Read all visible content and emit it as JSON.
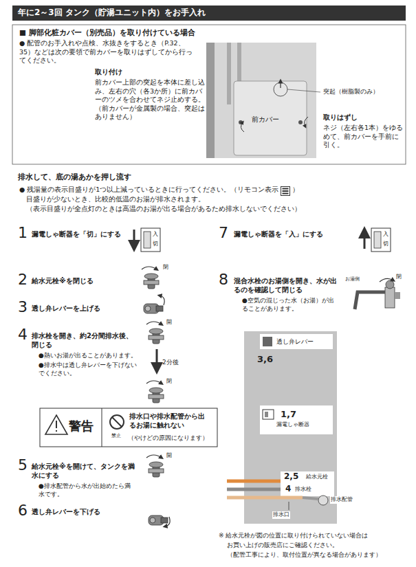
{
  "diagram": {
    "title": "年に2～3回 タンク（貯湯ユニット内）をお手入れ",
    "nodes": [
      {
        "text": [
          "■ 脚部化粧カバー（別売品）を取り付けている場合",
          "● 配管のお手入れや点検、水抜きをするとき（P.32、35）などは次の要領で前カバーを取りはずしてから行ってください。",
          "取り付け",
          "前カバー上部の突起を本体に差し込み、左右の穴（各3か所）に前カバーのツメを合わせてネジ止めする。（前カバーが金属製の場合、突起はありません）",
          "取りはずし",
          "ネジ（左右各1本）をゆるめて、前カバーを手前に引く。"
        ]
      },
      {
        "text": [
          "警告",
          "排水口や排水配管から出るお湯に触れない",
          "禁止",
          "（やけどの原因になります）"
        ]
      }
    ],
    "labels": [
      "突起（樹脂製のみ）",
      "前カバー",
      "排水して、底の湯あかを押し流す",
      "● 残湯量の表示目盛りが1つ以上減っているときに行ってください。（リモコン表示",
      "）",
      "目盛りが少ないとき、比較的低温のお湯が排水されます。",
      "（表示目盛りが全点灯のときは高温のお湯が出る場合があるため排水しないでください）",
      "1",
      "漏電しゃ断器を「切」にする",
      "入",
      "切",
      "2",
      "給水元栓※を閉じる",
      "閉",
      "3",
      "透し弁レバーを上げる",
      "4",
      "排水栓を開き、約2分間排水後、閉じる",
      "●熱いお湯が出ることがあります。",
      "●排水中は透し弁レバーを下げないでください。",
      "開",
      "2分後",
      "閉",
      "5",
      "給水元栓※を開けて、タンクを満水にする",
      "●排水配管から水が出始めたら満水です。",
      "開",
      "6",
      "透し弁レバーを下げる",
      "7",
      "漏電しゃ断器を「入」にする",
      "入",
      "切",
      "8",
      "混合水栓のお湯側を開き、水が出るのを確認して閉じる",
      "●空気の混じった水（お湯）が出ることがあります。",
      "お湯側",
      "閉",
      "透し弁レバー",
      "3,6",
      "1,7",
      "漏電しゃ断器",
      "2,5",
      "給水元栓",
      "4",
      "排水栓",
      "排水配管",
      "排水口",
      "※ 給水元栓が図の位置に取り付けられていない場合は",
      "お買い上げの販売店にご確認ください。",
      "（配管工事により、取付位置が異なる場合があります）"
    ]
  }
}
